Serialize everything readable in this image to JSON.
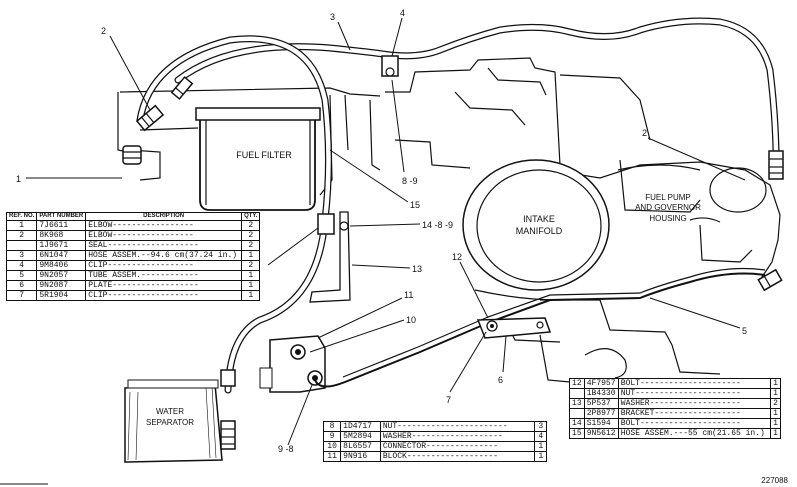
{
  "callouts": {
    "c3": "3",
    "c4_top": "4",
    "c2_left": "2",
    "c1": "1",
    "c2_right": "2",
    "c8_9_top": "8 -9",
    "c15": "15",
    "c14_8_9": "14 -8 -9",
    "c13": "13",
    "c12": "12",
    "c5": "5",
    "c4_mid": "4",
    "c11": "11",
    "c10": "10",
    "c7": "7",
    "c6": "6",
    "c9_8": "9 -8"
  },
  "labels": {
    "fuel_filter": "FUEL FILTER",
    "intake_1": "INTAKE",
    "intake_2": "MANIFOLD",
    "pump_1": "FUEL PUMP",
    "pump_2": "AND GOVERNOR",
    "pump_3": "HOUSING",
    "water_1": "WATER",
    "water_2": "SEPARATOR"
  },
  "figure_number": "227088",
  "main_table": {
    "headers": {
      "ref": "REF. NO.",
      "part": "PART NUMBER",
      "desc": "DESCRIPTION",
      "qty": "QTY."
    },
    "rows": [
      {
        "ref": "1",
        "part": "7J6611",
        "desc": "ELBOW-----------------",
        "qty": "2"
      },
      {
        "ref": "2",
        "part": "8K968",
        "desc": "ELBOW-----------------",
        "qty": "2"
      },
      {
        "ref": "",
        "part": "1J9671",
        "desc": "SEAL-------------------",
        "qty": "2"
      },
      {
        "ref": "3",
        "part": "6N1047",
        "desc": "HOSE ASSEM.--94.6 cm(37.24 in.)",
        "qty": "1"
      },
      {
        "ref": "4",
        "part": "9M8406",
        "desc": "CLIP------------------",
        "qty": "2"
      },
      {
        "ref": "5",
        "part": "9N2057",
        "desc": "TUBE ASSEM.------------",
        "qty": "1"
      },
      {
        "ref": "6",
        "part": "9N2087",
        "desc": "PLATE------------------",
        "qty": "1"
      },
      {
        "ref": "7",
        "part": "5R1904",
        "desc": "CLIP-------------------",
        "qty": "1"
      }
    ]
  },
  "lower_table": {
    "rows": [
      {
        "ref": "8",
        "part": "1D4717",
        "desc": "NUT-----------------------",
        "qty": "3"
      },
      {
        "ref": "9",
        "part": "5M2894",
        "desc": "WASHER-------------------",
        "qty": "4"
      },
      {
        "ref": "10",
        "part": "8L6557",
        "desc": "CONNECTOR---------------",
        "qty": "1"
      },
      {
        "ref": "11",
        "part": "9N916",
        "desc": "BLOCK-------------------",
        "qty": "1"
      }
    ]
  },
  "right_table": {
    "rows": [
      {
        "ref": "12",
        "part": "4F7957",
        "desc": "BOLT---------------------",
        "qty": "1"
      },
      {
        "ref": "",
        "part": "1B4330",
        "desc": "NUT----------------------",
        "qty": "1"
      },
      {
        "ref": "13",
        "part": "5P537",
        "desc": "WASHER-------------------",
        "qty": "2"
      },
      {
        "ref": "",
        "part": "2P8977",
        "desc": "BRACKET------------------",
        "qty": "1"
      },
      {
        "ref": "14",
        "part": "S1594",
        "desc": "BOLT---------------------",
        "qty": "1"
      },
      {
        "ref": "15",
        "part": "9N5612",
        "desc": "HOSE ASSEM.---55 cm(21.65 in.)",
        "qty": "1"
      }
    ]
  }
}
